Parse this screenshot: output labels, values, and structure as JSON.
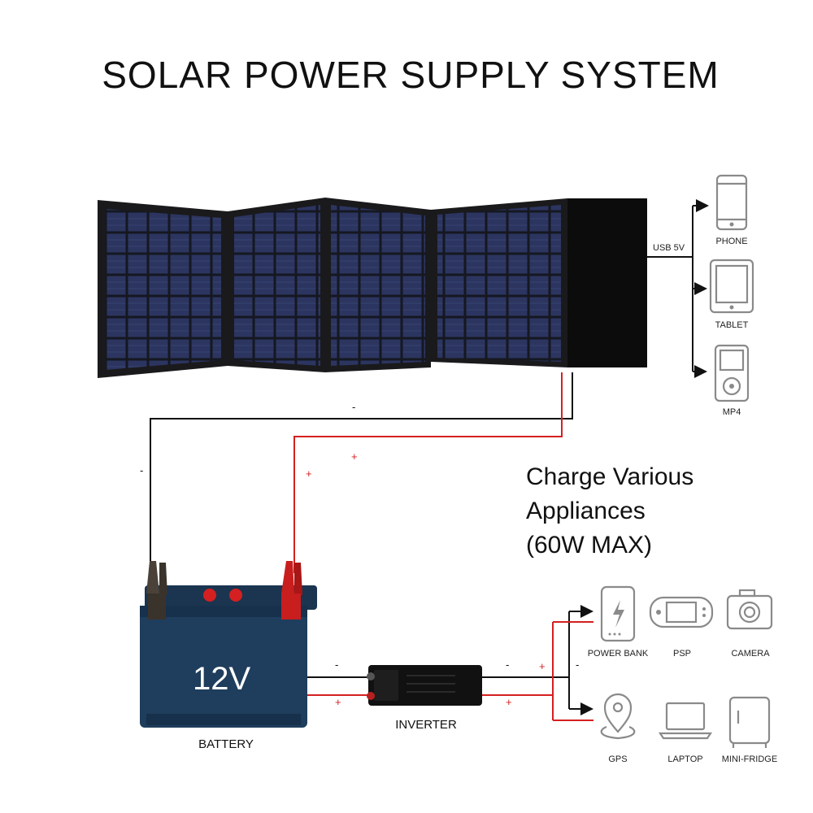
{
  "title": "SOLAR POWER SUPPLY SYSTEM",
  "usb": {
    "label": "USB 5V",
    "devices": [
      {
        "label": "PHONE",
        "icon": "phone-icon"
      },
      {
        "label": "TABLET",
        "icon": "tablet-icon"
      },
      {
        "label": "MP4",
        "icon": "mp4-player-icon"
      }
    ]
  },
  "caption": {
    "lines": [
      "Charge Various",
      "Appliances",
      "(60W MAX)"
    ]
  },
  "battery": {
    "voltage": "12V",
    "label": "BATTERY"
  },
  "inverter": {
    "label": "INVERTER"
  },
  "appliances": [
    {
      "label": "POWER BANK",
      "icon": "power-bank-icon"
    },
    {
      "label": "PSP",
      "icon": "psp-icon"
    },
    {
      "label": "CAMERA",
      "icon": "camera-icon"
    },
    {
      "label": "GPS",
      "icon": "gps-icon"
    },
    {
      "label": "LAPTOP",
      "icon": "laptop-icon"
    },
    {
      "label": "MINI-FRIDGE",
      "icon": "mini-fridge-icon"
    }
  ],
  "polarity": {
    "negative": "-",
    "positive": "+"
  },
  "colors": {
    "positive_wire": "#d42020",
    "negative_wire": "#111111",
    "icon_gray": "#8a8a8a",
    "panel_cell": "#2c3560",
    "battery_body": "#1f3d5c"
  }
}
